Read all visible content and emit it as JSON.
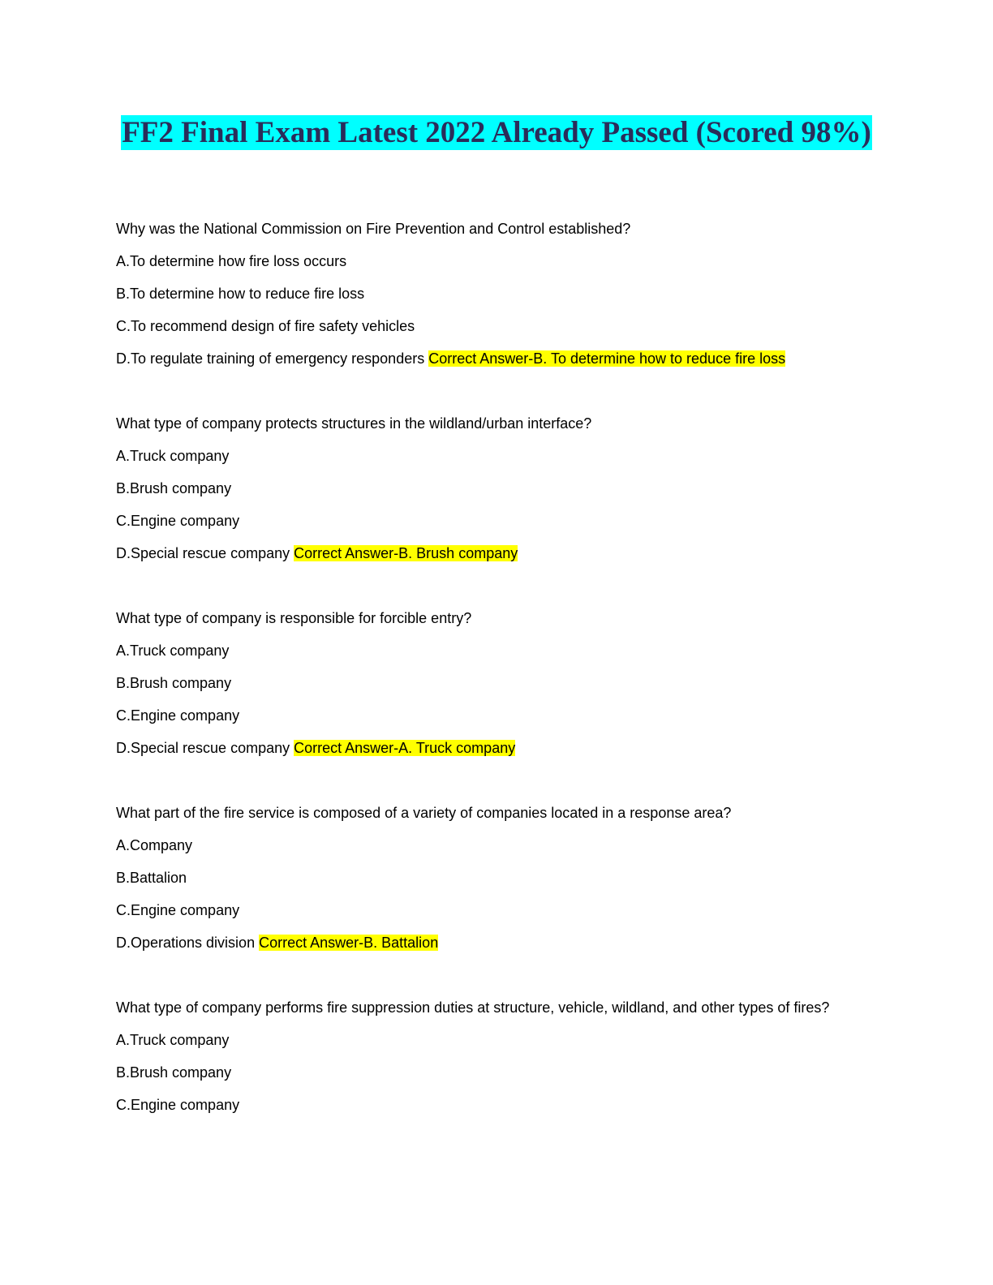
{
  "title": "FF2 Final Exam Latest 2022 Already Passed (Scored 98%)",
  "questions": [
    {
      "text": "Why was the National Commission on Fire Prevention and Control established?",
      "options": [
        "A.To determine how fire loss occurs",
        "B.To determine how to reduce fire loss",
        "C.To recommend design of fire safety vehicles",
        "D.To regulate training of emergency responders"
      ],
      "answer": "Correct Answer-B. To determine how to reduce fire loss"
    },
    {
      "text": "What type of company protects structures in the wildland/urban interface?",
      "options": [
        "A.Truck company",
        "B.Brush company",
        "C.Engine company",
        "D.Special rescue company"
      ],
      "answer": "Correct Answer-B. Brush company"
    },
    {
      "text": "What type of company is responsible for forcible entry?",
      "options": [
        "A.Truck company",
        "B.Brush company",
        "C.Engine company",
        "D.Special rescue company"
      ],
      "answer": "Correct Answer-A. Truck company"
    },
    {
      "text": "What part of the fire service is composed of a variety of companies located in a response area?",
      "options": [
        "A.Company",
        "B.Battalion",
        "C.Engine company",
        "D.Operations division"
      ],
      "answer": "Correct Answer-B. Battalion"
    },
    {
      "text": "What type of company performs fire suppression duties at structure, vehicle, wildland, and other types of fires?",
      "options": [
        "A.Truck company",
        "B.Brush company",
        "C.Engine company"
      ]
    }
  ]
}
